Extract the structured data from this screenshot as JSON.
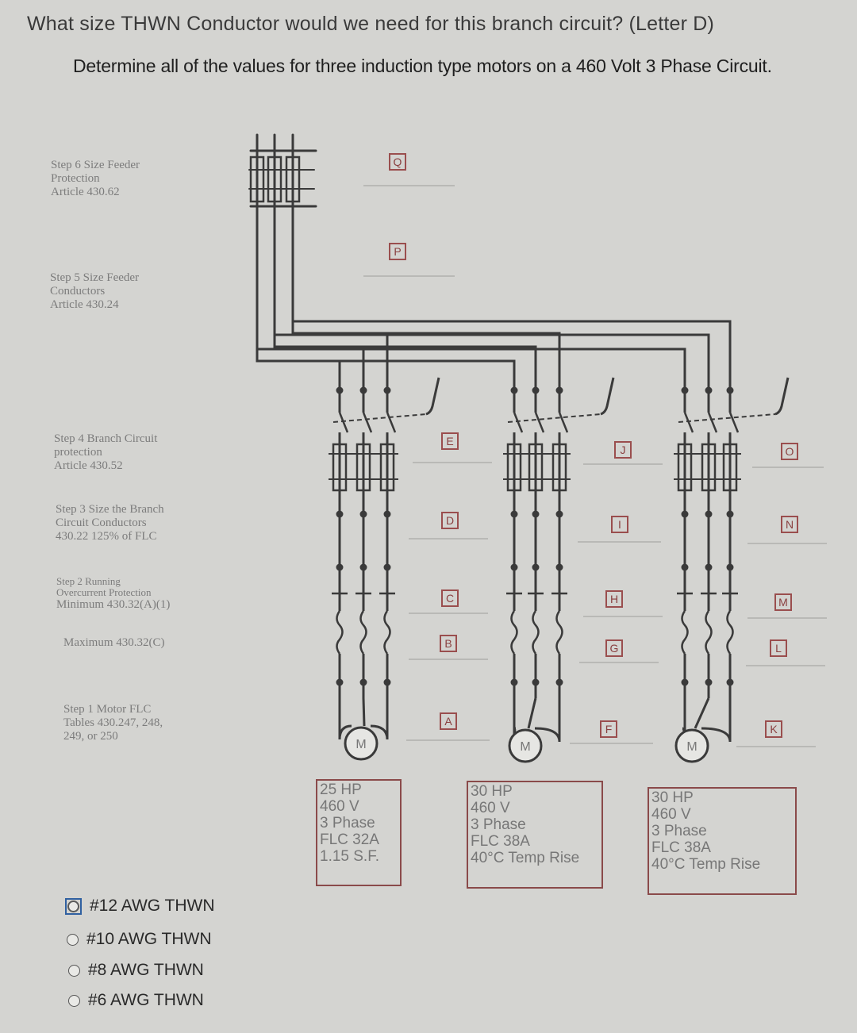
{
  "question": "What size THWN Conductor would we need for this branch circuit? (Letter D)",
  "subtitle": "Determine all of the values for three induction type motors on a 460 Volt 3 Phase Circuit.",
  "steps": [
    {
      "lines": [
        "Step 6 Size Feeder",
        "Protection",
        "Article 430.62"
      ]
    },
    {
      "lines": [
        "Step 5 Size Feeder",
        "Conductors",
        "Article 430.24"
      ]
    },
    {
      "lines": [
        "Step 4 Branch Circuit",
        "protection",
        "Article 430.52"
      ]
    },
    {
      "lines": [
        "Step 3 Size the Branch",
        "Circuit Conductors",
        "430.22 125% of FLC"
      ]
    },
    {
      "lines": [
        "Step 2 Running",
        "Overcurrent Protection",
        "Minimum 430.32(A)(1)"
      ]
    },
    {
      "lines": [
        "Maximum 430.32(C)"
      ]
    },
    {
      "lines": [
        "Step 1 Motor FLC",
        "Tables 430.247, 248,",
        "249, or 250"
      ]
    }
  ],
  "letters": {
    "Q": "Q",
    "P": "P",
    "E": "E",
    "D": "D",
    "C": "C",
    "B": "B",
    "A": "A",
    "J": "J",
    "I": "I",
    "H": "H",
    "G": "G",
    "F": "F",
    "O": "O",
    "N": "N",
    "M": "M",
    "L": "L",
    "K": "K"
  },
  "motor_symbol": "M",
  "motors": [
    {
      "lines": [
        "25 HP",
        "460 V",
        "3 Phase",
        "FLC 32A",
        "1.15 S.F."
      ]
    },
    {
      "lines": [
        "30 HP",
        "460 V",
        "3 Phase",
        "FLC 38A",
        "40°C Temp Rise"
      ]
    },
    {
      "lines": [
        "30 HP",
        "460 V",
        "3 Phase",
        "FLC 38A",
        "40°C Temp Rise"
      ]
    }
  ],
  "options": [
    {
      "label": "#12 AWG THWN",
      "selected": false
    },
    {
      "label": "#10 AWG THWN",
      "selected": false
    },
    {
      "label": "#8 AWG THWN",
      "selected": false
    },
    {
      "label": "#6 AWG THWN",
      "selected": false
    }
  ],
  "colors": {
    "accent_box": "#8a4a4a",
    "line": "#3a3a3a",
    "background": "#d4d4d1"
  }
}
